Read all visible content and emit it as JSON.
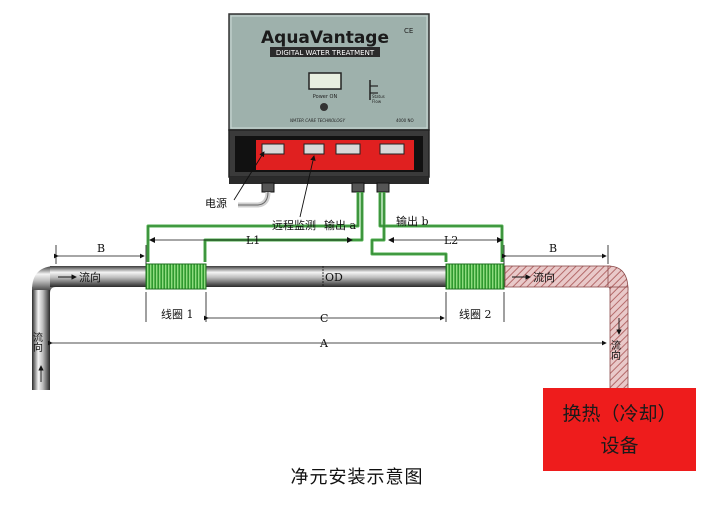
{
  "device": {
    "brand": "AquaVantage",
    "subtitle": "DIGITAL WATER TREATMENT",
    "display_label": "Power ON",
    "led_label_1": "Status",
    "led_label_2": "Flow",
    "footer_text": "WATER CARE TECHNOLOGY",
    "model": "4000 NO",
    "ce_mark": "CE"
  },
  "labels": {
    "power": "电源",
    "remote_monitor": "远程监测",
    "output_a": "输出 a",
    "output_b": "输出 b",
    "L1": "L1",
    "L2": "L2",
    "B_left": "B",
    "B_right": "B",
    "OD": "OD",
    "C": "C",
    "A": "A",
    "coil_1": "线圈 1",
    "coil_2": "线圈 2",
    "flow_top_left": "流向",
    "flow_top_right": "流向",
    "flow_vertical_left": "流向",
    "flow_vertical_right": "流向"
  },
  "heat_exchanger": {
    "line1": "换热（冷却）",
    "line2": "设备"
  },
  "caption": "净元安装示意图",
  "colors": {
    "coil_green": "#3aa53a",
    "wire_green": "#4cae4c",
    "terminal_red": "#e02020",
    "heat_exchanger_red": "#ee1c1c",
    "device_body": "#9eb1ac"
  }
}
